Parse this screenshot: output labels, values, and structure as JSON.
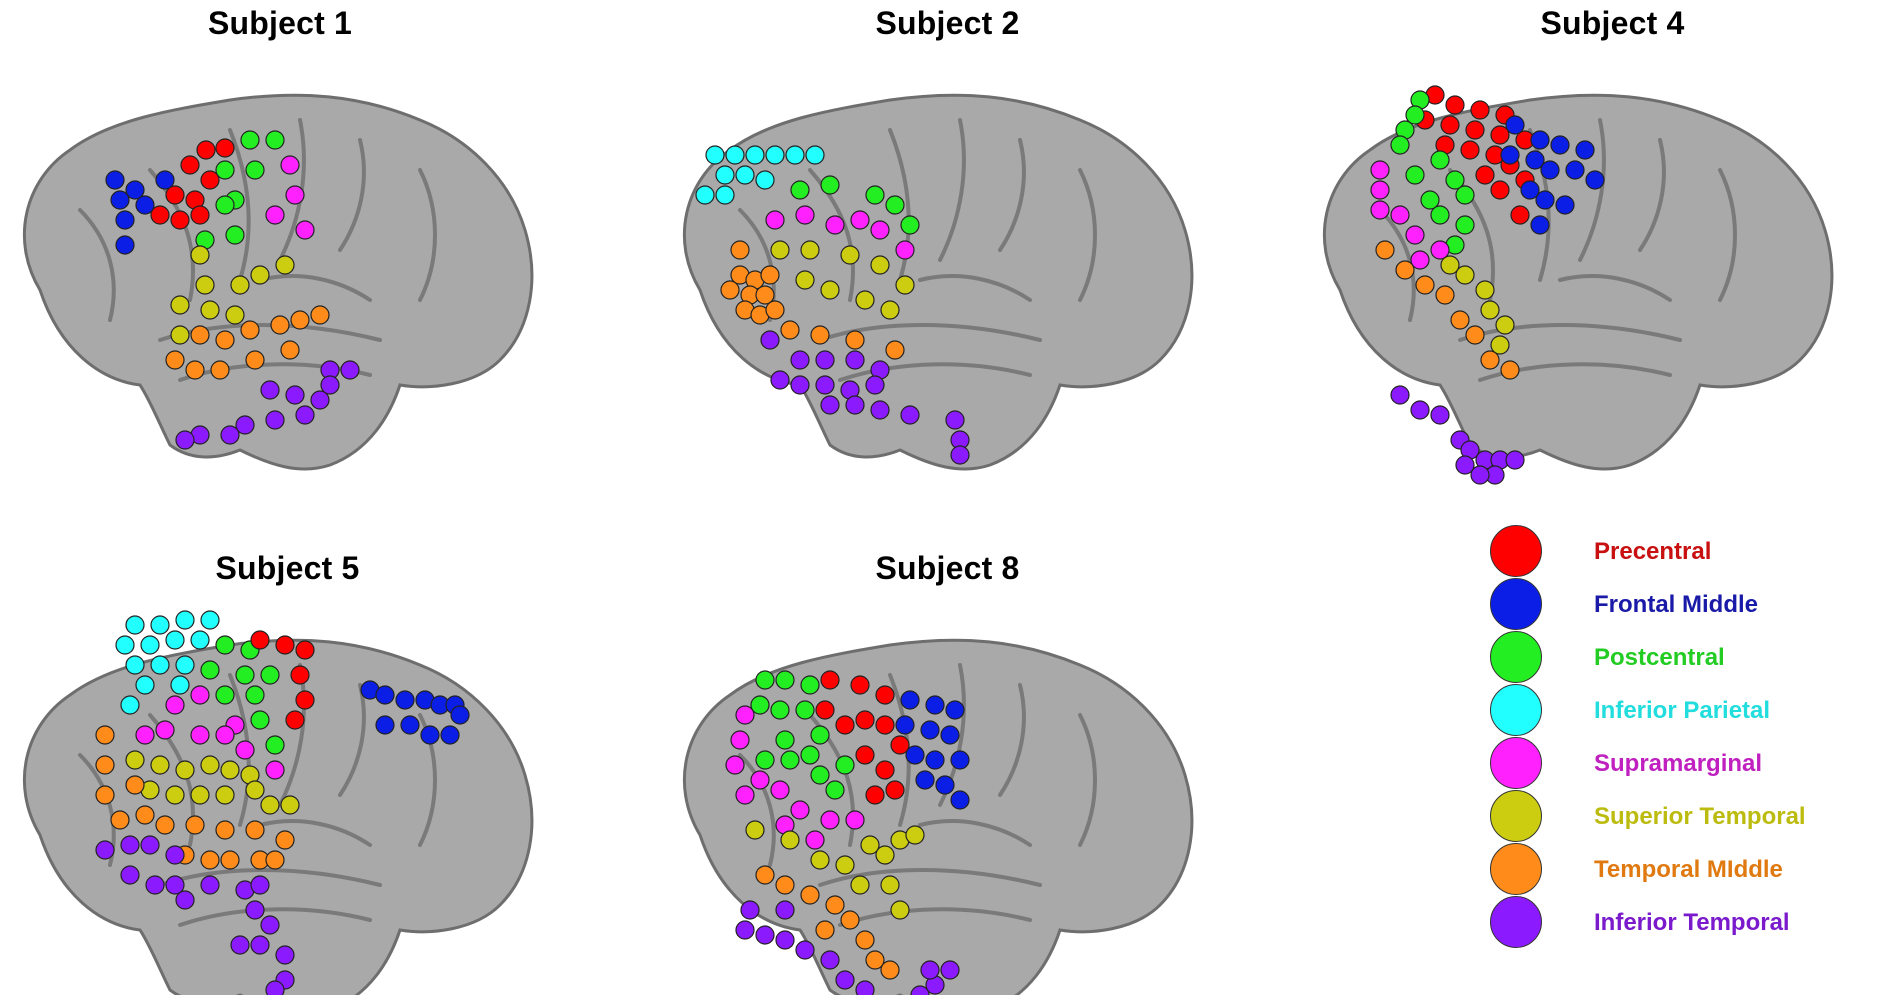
{
  "regions": [
    {
      "key": "precentral",
      "label": "Precentral",
      "color": "#ff0000",
      "text_color": "#c81010"
    },
    {
      "key": "frontal_middle",
      "label": "Frontal Middle",
      "color": "#0a1ee6",
      "text_color": "#1a1aa8"
    },
    {
      "key": "postcentral",
      "label": "Postcentral",
      "color": "#22ee22",
      "text_color": "#22cc22"
    },
    {
      "key": "inferior_parietal",
      "label": "Inferior Parietal",
      "color": "#22ffff",
      "text_color": "#22dddd"
    },
    {
      "key": "supramarginal",
      "label": "Supramarginal",
      "color": "#ff22ff",
      "text_color": "#c020c0"
    },
    {
      "key": "superior_temporal",
      "label": "Superior Temporal",
      "color": "#cccc11",
      "text_color": "#bcbc10"
    },
    {
      "key": "temporal_middle",
      "label": "Temporal MIddle",
      "color": "#ff8c1a",
      "text_color": "#e07a10"
    },
    {
      "key": "inferior_temporal",
      "label": "Inferior Temporal",
      "color": "#8c1aff",
      "text_color": "#7a1acc"
    }
  ],
  "panels": [
    {
      "title": "Subject 1"
    },
    {
      "title": "Subject 2"
    },
    {
      "title": "Subject 4"
    },
    {
      "title": "Subject 5"
    },
    {
      "title": "Subject 8"
    }
  ]
}
